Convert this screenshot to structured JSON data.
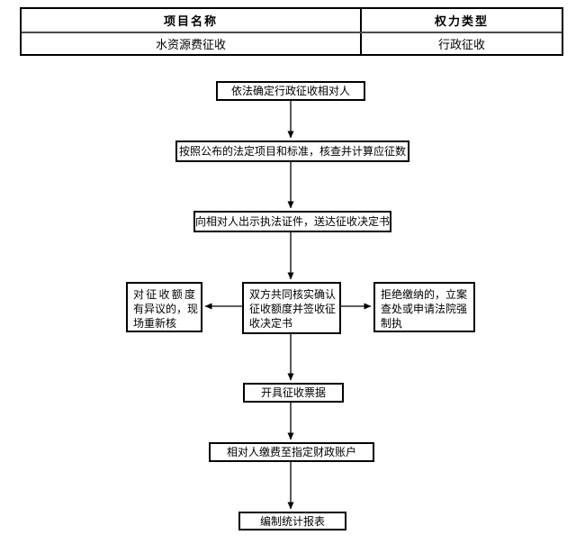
{
  "table": {
    "col1_header": "项目名称",
    "col2_header": "权力类型",
    "col1_value": "水资源费征收",
    "col2_value": "行政征收"
  },
  "flow": {
    "step1": "依法确定行政征收相对人",
    "step2": "按照公布的法定项目和标准，核查并计算应征数",
    "step3": "向相对人出示执法证件，送达征收决定书",
    "step4": {
      "lines": [
        "双方共同核实确认",
        "征收额度并签收征",
        "收决定书"
      ]
    },
    "branch_left": {
      "lines": [
        "对征收额度",
        "有异议的，现",
        "场重新核"
      ]
    },
    "branch_right": {
      "lines": [
        "拒绝缴纳的，立案",
        "查处或申请法院强",
        "制执"
      ]
    },
    "step5": "开具征收票据",
    "step6": "相对人缴费至指定财政账户",
    "step7": "编制统计报表"
  },
  "colors": {
    "line": "#000000",
    "background": "#ffffff",
    "text": "#000000"
  }
}
